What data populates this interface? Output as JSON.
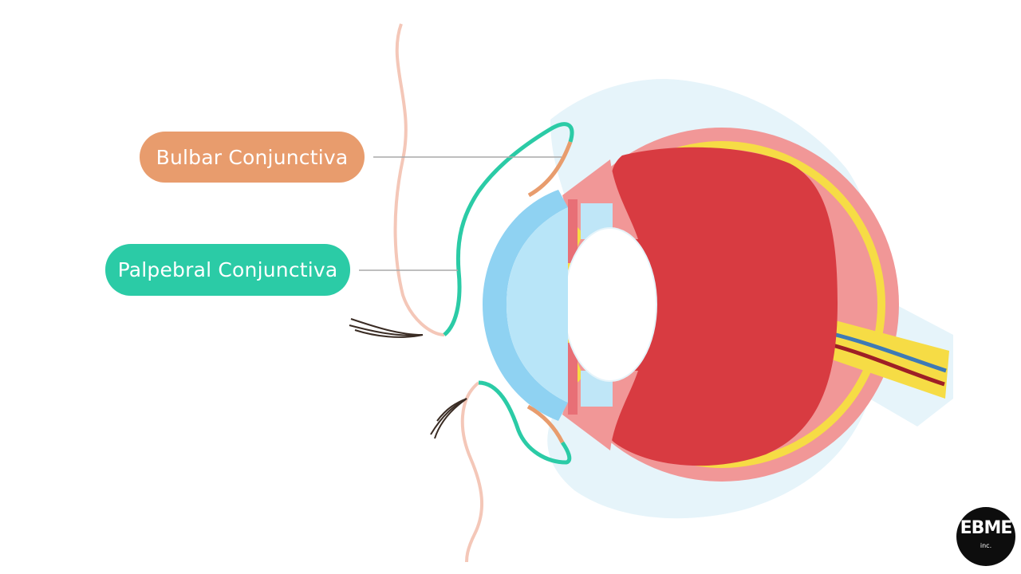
{
  "labels": {
    "bulbar": {
      "text": "Bulbar Conjunctiva",
      "color": "#E89C6D"
    },
    "palpebral": {
      "text": "Palpebral Conjunctiva",
      "color": "#2BCBA6"
    }
  },
  "logo": {
    "text": "EBME",
    "subtext": "inc."
  },
  "colors": {
    "eye_red": "#D83B41",
    "sclera_pink": "#F19797",
    "retina_yellow": "#F6DC45",
    "lens_white": "#FFFFFF",
    "cornea_blue": "#A8DDF5",
    "skin_line": "#F4C7B8",
    "conjunctiva_green": "#2BCBA6",
    "conjunctiva_orange": "#E89C6D",
    "orbit_light": "#E6F4FA",
    "vein_blue": "#3E7AB5",
    "artery_dark_red": "#9E1F26"
  }
}
